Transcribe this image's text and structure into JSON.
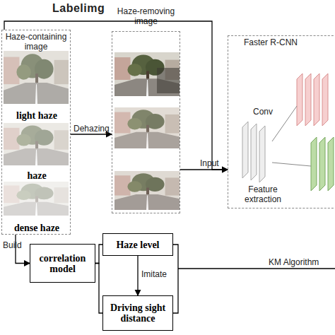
{
  "diagram": {
    "nodes": [
      {
        "text": [
          "Haze-containing image"
        ]
      },
      {
        "text": [
          "light haze"
        ],
        "in": 0
      },
      {
        "text": [
          "haze"
        ],
        "in": 0
      },
      {
        "text": [
          "dense haze"
        ],
        "in": 0
      },
      {
        "text": [
          "Haze-removing image"
        ]
      },
      {
        "text": [
          "Faster R-CNN"
        ]
      },
      {
        "text": [
          "Conv",
          "Feature extraction"
        ],
        "in": 5
      },
      {
        "text": [
          "correlation model"
        ]
      },
      {
        "text": [
          "Haze level"
        ]
      },
      {
        "text": [
          "Driving sight distance"
        ]
      }
    ],
    "edges": [
      {
        "from": 0,
        "to": 4,
        "label": "Dehazing",
        "arrow": "to"
      },
      {
        "from": 4,
        "to": 5,
        "label": "Input",
        "arrow": "to"
      },
      {
        "from": 0,
        "to": 5,
        "label": "Labelimg",
        "arrow": "to"
      },
      {
        "from": 0,
        "to": 7,
        "label": "Build",
        "arrow": "to"
      },
      {
        "from": 7,
        "to": 8,
        "arrow": "none"
      },
      {
        "from": 7,
        "to": 9,
        "arrow": "none"
      },
      {
        "from": 8,
        "to": 9,
        "label": "Imitate",
        "arrow": "to"
      }
    ],
    "labels": [
      "KM Algorithm"
    ]
  }
}
